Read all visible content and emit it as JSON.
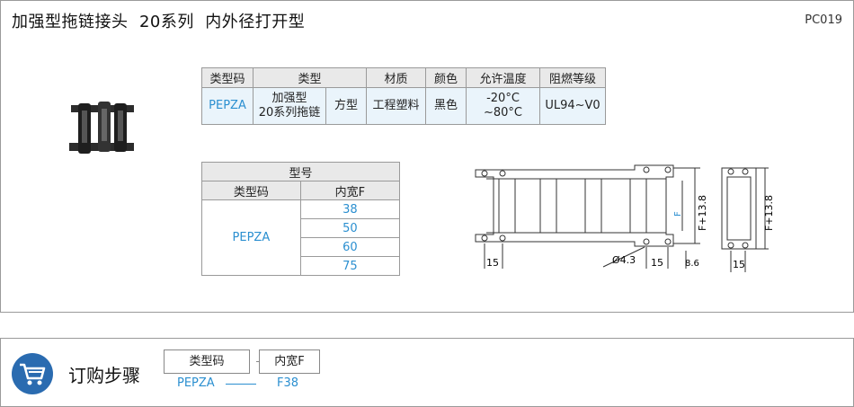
{
  "header": {
    "title": "加强型拖链接头  20系列  内外径打开型",
    "code": "PC019"
  },
  "spec_table": {
    "headers": [
      "类型码",
      "类型",
      "材质",
      "颜色",
      "允许温度",
      "阻燃等级"
    ],
    "row": {
      "type_code": "PEPZA",
      "type_a": "加强型\n20系列拖链",
      "type_b": "方型",
      "material": "工程塑料",
      "color": "黑色",
      "temp": "-20°C ~80°C",
      "flame": "UL94~V0"
    }
  },
  "model_table": {
    "title": "型号",
    "headers": [
      "类型码",
      "内宽F"
    ],
    "type_code": "PEPZA",
    "widths": [
      "38",
      "50",
      "60",
      "75"
    ]
  },
  "drawing": {
    "dim_15_a": "15",
    "dim_hole": "Ø4.3",
    "dim_15_b": "15",
    "dim_86": "8.6",
    "dim_f": "F",
    "dim_f138": "F+13.8",
    "side_f138": "F+13.8",
    "side_15": "15"
  },
  "order": {
    "title": "订购步骤",
    "boxes": [
      "类型码",
      "内宽F"
    ],
    "example": [
      "PEPZA",
      "F38"
    ]
  },
  "colors": {
    "accent": "#2b8fd0",
    "icon_bg": "#2a6bb0"
  }
}
